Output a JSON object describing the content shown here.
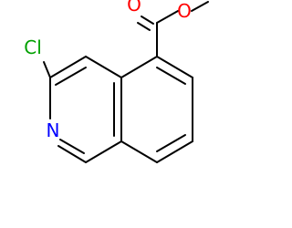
{
  "molecule": {
    "atoms": {
      "chlorine": {
        "symbol": "Cl",
        "color": "#00a000"
      },
      "nitrogen": {
        "symbol": "N",
        "color": "#0000ff"
      },
      "carbonyl_oxygen": {
        "symbol": "O",
        "color": "#ff0000"
      },
      "ester_oxygen": {
        "symbol": "O",
        "color": "#ff0000"
      }
    },
    "bond_color": "#000000"
  }
}
